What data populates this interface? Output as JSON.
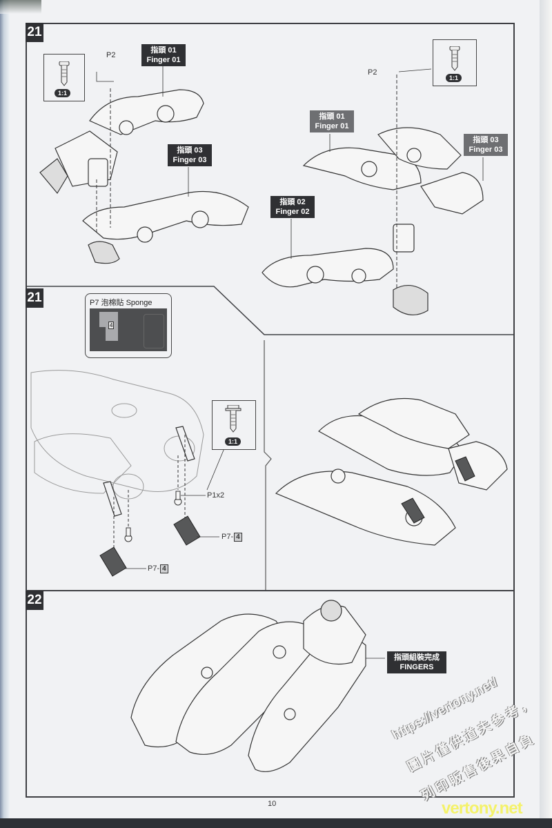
{
  "page": {
    "number": "10"
  },
  "steps": [
    {
      "number": "21",
      "panel": "top",
      "screw_callouts": [
        {
          "part": "P2",
          "scale": "1:1",
          "icon": "screw-icon",
          "position": "top-left"
        },
        {
          "part": "P2",
          "scale": "1:1",
          "icon": "screw-icon",
          "position": "top-right"
        }
      ],
      "labels": [
        {
          "zh": "指頭 01",
          "en": "Finger 01",
          "style": "dark"
        },
        {
          "zh": "指頭 03",
          "en": "Finger 03",
          "style": "dark"
        },
        {
          "zh": "指頭 01",
          "en": "Finger 01",
          "style": "grey"
        },
        {
          "zh": "指頭 03",
          "en": "Finger 03",
          "style": "grey"
        },
        {
          "zh": "指頭 02",
          "en": "Finger 02",
          "style": "dark"
        }
      ]
    },
    {
      "number": "21",
      "panel": "middle",
      "sponge_sheet": {
        "title": "P7  泡棉貼 Sponge",
        "highlight": "4"
      },
      "screw_callout": {
        "part": "P1x2",
        "scale": "1:1",
        "icon": "flange-screw-icon"
      },
      "part_labels": [
        {
          "prefix": "P7-",
          "num": "4"
        },
        {
          "prefix": "P7-",
          "num": "4"
        }
      ]
    },
    {
      "number": "22",
      "panel": "bottom",
      "completion_label": {
        "zh": "指頭組裝完成",
        "en": "FINGERS"
      }
    }
  ],
  "watermarks": {
    "url": "https://vertony.net/",
    "line2": "圖片僅供道夫參考，",
    "line3": "列印販售後果自負",
    "footer": "vertony.net"
  }
}
